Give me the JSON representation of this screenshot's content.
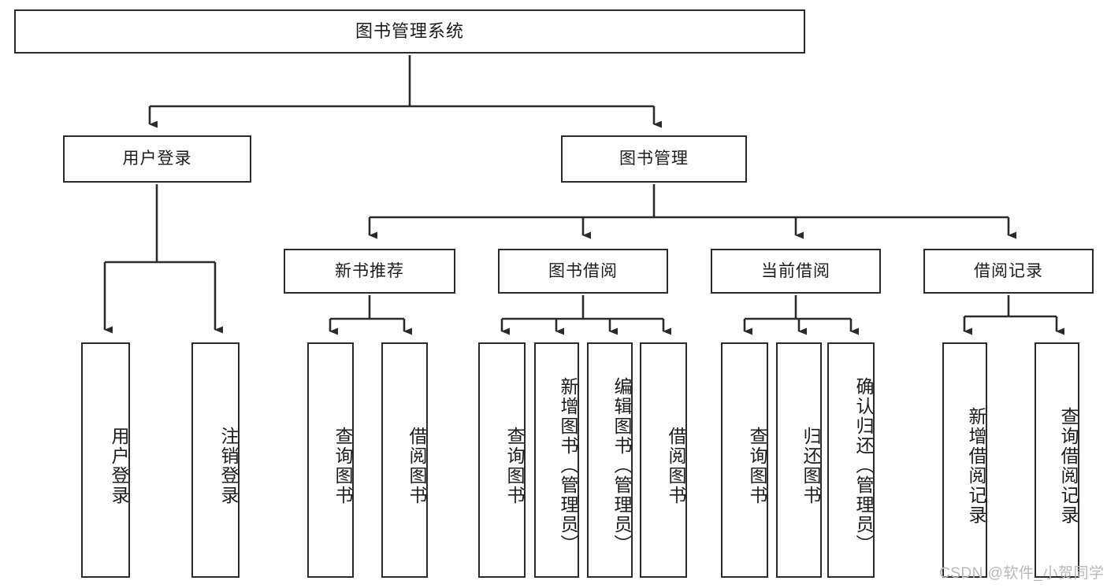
{
  "diagram": {
    "title": "图书管理系统",
    "type": "tree-hierarchy",
    "root": {
      "label": "图书管理系统"
    },
    "level1": [
      {
        "label": "用户登录"
      },
      {
        "label": "图书管理"
      }
    ],
    "level2": [
      {
        "label": "新书推荐"
      },
      {
        "label": "图书借阅"
      },
      {
        "label": "当前借阅"
      },
      {
        "label": "借阅记录"
      }
    ],
    "leaves": {
      "user_login": [
        {
          "label": "用户登录"
        },
        {
          "label": "注销登录"
        }
      ],
      "new_book_recommend": [
        {
          "label": "查询图书"
        },
        {
          "label": "借阅图书"
        }
      ],
      "book_borrow": [
        {
          "label": "查询图书"
        },
        {
          "label": "新增图书（管理员）"
        },
        {
          "label": "编辑图书（管理员）"
        },
        {
          "label": "借阅图书"
        }
      ],
      "current_borrow": [
        {
          "label": "查询图书"
        },
        {
          "label": "归还图书"
        },
        {
          "label": "确认归还（管理员）"
        }
      ],
      "borrow_record": [
        {
          "label": "新增借阅记录"
        },
        {
          "label": "查询借阅记录"
        }
      ]
    }
  },
  "watermark": {
    "text": "CSDN @软件_小贺同学"
  },
  "colors": {
    "stroke": "#2b2b2b",
    "fill": "#ffffff",
    "text": "#1c1c1c",
    "watermark": "#b9b9b9"
  }
}
